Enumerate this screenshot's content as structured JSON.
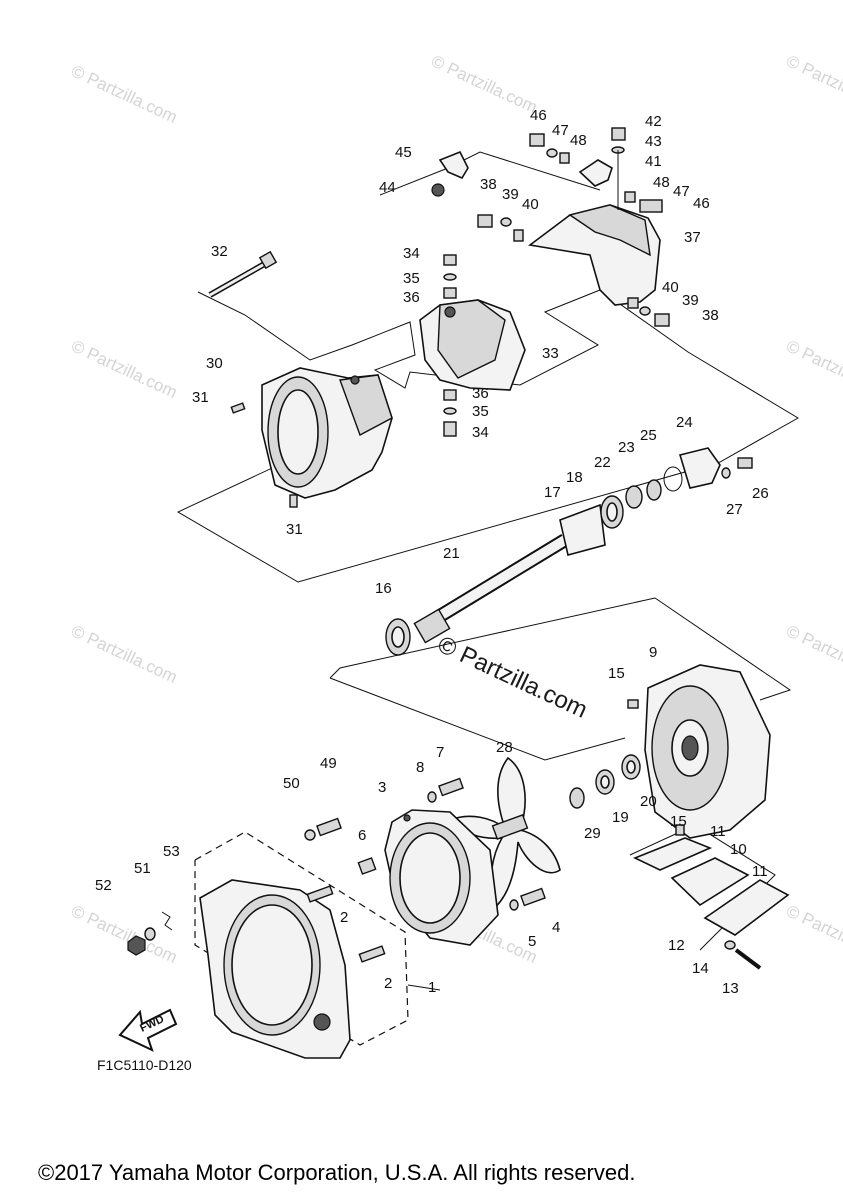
{
  "watermark": {
    "brand": "© Partzilla.com",
    "center_text": "© Partzilla.com"
  },
  "diagram_code": "F1C5110-D120",
  "fwd_label": "FWD",
  "copyright": "©2017 Yamaha Motor Corporation, U.S.A. All rights reserved.",
  "callouts": {
    "c1": "1",
    "c2": "2",
    "c3": "3",
    "c4": "4",
    "c5": "5",
    "c6": "6",
    "c7": "7",
    "c8": "8",
    "c9": "9",
    "c10": "10",
    "c11": "11",
    "c12": "12",
    "c13": "13",
    "c14": "14",
    "c15": "15",
    "c16": "16",
    "c17": "17",
    "c18": "18",
    "c19": "19",
    "c20": "20",
    "c21": "21",
    "c22": "22",
    "c23": "23",
    "c24": "24",
    "c25": "25",
    "c26": "26",
    "c27": "27",
    "c28": "28",
    "c29": "29",
    "c30": "30",
    "c31": "31",
    "c32": "32",
    "c33": "33",
    "c34": "34",
    "c35": "35",
    "c36": "36",
    "c37": "37",
    "c38": "38",
    "c39": "39",
    "c40": "40",
    "c41": "41",
    "c42": "42",
    "c43": "43",
    "c44": "44",
    "c45": "45",
    "c46": "46",
    "c47": "47",
    "c48": "48",
    "c49": "49",
    "c50": "50",
    "c51": "51",
    "c52": "52",
    "c53": "53"
  }
}
